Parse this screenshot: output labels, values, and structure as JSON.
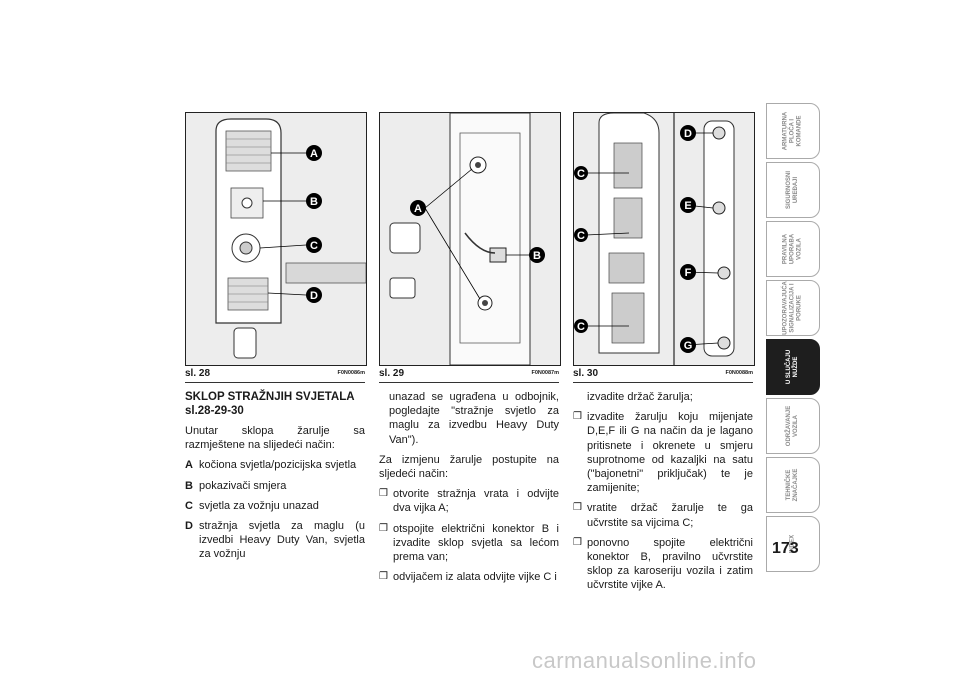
{
  "figures": [
    {
      "label": "sl. 28",
      "code": "F0N0086m",
      "callouts": [
        "A",
        "B",
        "C",
        "D"
      ]
    },
    {
      "label": "sl. 29",
      "code": "F0N0087m",
      "callouts": [
        "A",
        "B"
      ]
    },
    {
      "label": "sl. 30",
      "code": "F0N0088m",
      "callouts": [
        "C",
        "C",
        "C",
        "D",
        "E",
        "F",
        "G"
      ]
    }
  ],
  "col1": {
    "heading": "SKLOP STRAŽNJIH SVJETALA sl.28-29-30",
    "intro": "Unutar sklopa žarulje sa razmještene na slijedeći način:",
    "items": [
      {
        "key": "A",
        "text": "kočiona svjetla/pozicijska svjetla"
      },
      {
        "key": "B",
        "text": "pokazivači smjera"
      },
      {
        "key": "C",
        "text": "svjetla za vožnju unazad"
      },
      {
        "key": "D",
        "text": "stražnja svjetla za maglu (u izvedbi Heavy Duty Van, svjetla za vožnju"
      }
    ]
  },
  "col2": {
    "cont": "unazad se ugrađena u odbojnik, pogledajte \"stražnje svjetlo za maglu za izvedbu Heavy Duty Van\").",
    "intro": "Za izmjenu žarulje postupite na sljedeći način:",
    "steps": [
      "otvorite stražnja vrata i odvijte dva vijka A;",
      "otspojite električni konektor B i izvadite sklop svjetla sa lećom prema van;",
      "odvijačem iz alata odvijte vijke C i"
    ]
  },
  "col3": {
    "cont": "izvadite držač žarulja;",
    "steps": [
      "izvadite žarulju koju mijenjate D,E,F ili G na način da je lagano pritisnete i okrenete u smjeru suprotnome od kazaljki na satu (\"bajonetni\" priključak) te je zamijenite;",
      "vratite držač žarulje te ga učvrstite sa vijcima C;",
      "ponovno spojite električni konektor B, pravilno učvrstite sklop za karoseriju vozila i zatim učvrstite vijke A."
    ]
  },
  "tabs": [
    {
      "label": "ARMATURNA\nPLOČA I\nKOMANDE",
      "active": false
    },
    {
      "label": "SIGURNOSNI\nUREĐAJI",
      "active": false
    },
    {
      "label": "PRAVILNA\nUPORABA\nVOZILA",
      "active": false
    },
    {
      "label": "UPOZORAVAJUĆA\nSIGNALIZACIJA I\nPORUKE",
      "active": false
    },
    {
      "label": "U SLUČAJU\nNUŽDE",
      "active": true
    },
    {
      "label": "ODRŽAVANJE\nVOZILA",
      "active": false
    },
    {
      "label": "TEHNIČKE\nZNAČAJKE",
      "active": false
    },
    {
      "label": "INDEX",
      "active": false
    }
  ],
  "page_number": "173",
  "watermark": "carmanualsonline.info",
  "bullet_glyph": "❒"
}
